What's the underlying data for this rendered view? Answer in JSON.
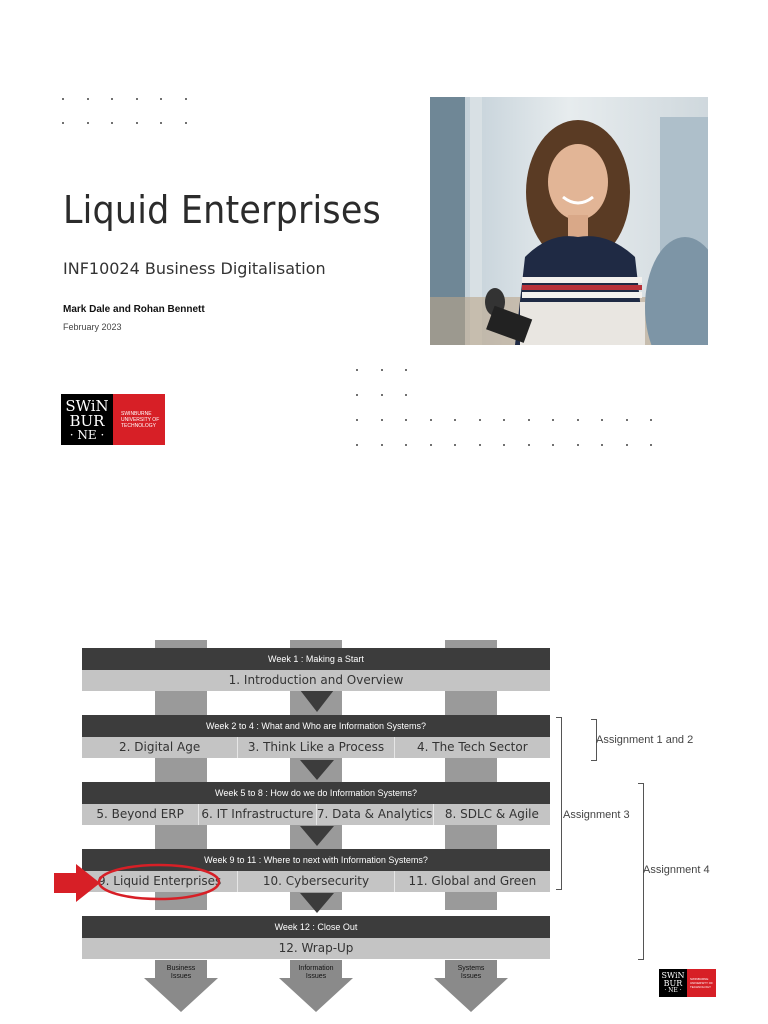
{
  "slide": {
    "title": "Liquid Enterprises",
    "subtitle": "INF10024 Business Digitalisation",
    "authors": "Mark Dale and Rohan Bennett",
    "date": "February 2023"
  },
  "logo": {
    "mark_line1": "SWiN",
    "mark_line2": "BUR",
    "mark_line3": "· NE ·",
    "name_line1": "SWINBURNE",
    "name_line2": "UNIVERSITY OF",
    "name_line3": "TECHNOLOGY"
  },
  "diagram": {
    "weeks": [
      {
        "header": "Week 1 : Making a Start",
        "topics": [
          "1. Introduction and Overview"
        ]
      },
      {
        "header": "Week 2 to 4 : What and Who are Information Systems?",
        "topics": [
          "2. Digital Age",
          "3. Think Like a Process",
          "4. The Tech Sector"
        ]
      },
      {
        "header": "Week 5 to 8 : How do we do Information Systems?",
        "topics": [
          "5. Beyond ERP",
          "6. IT Infrastructure",
          "7. Data & Analytics",
          "8. SDLC & Agile"
        ]
      },
      {
        "header": "Week 9 to 11 : Where to next with Information Systems?",
        "topics": [
          "9. Liquid Enterprises",
          "10. Cybersecurity",
          "11. Global and Green"
        ]
      },
      {
        "header": "Week 12 : Close Out",
        "topics": [
          "12. Wrap-Up"
        ]
      }
    ],
    "assignments": [
      "Assignment 1 and 2",
      "Assignment 3",
      "Assignment 4"
    ],
    "bottom_labels": [
      {
        "line1": "Business",
        "line2": "Issues"
      },
      {
        "line1": "Information",
        "line2": "Issues"
      },
      {
        "line1": "Systems",
        "line2": "Issues"
      }
    ],
    "highlight_color": "#d71f26"
  }
}
